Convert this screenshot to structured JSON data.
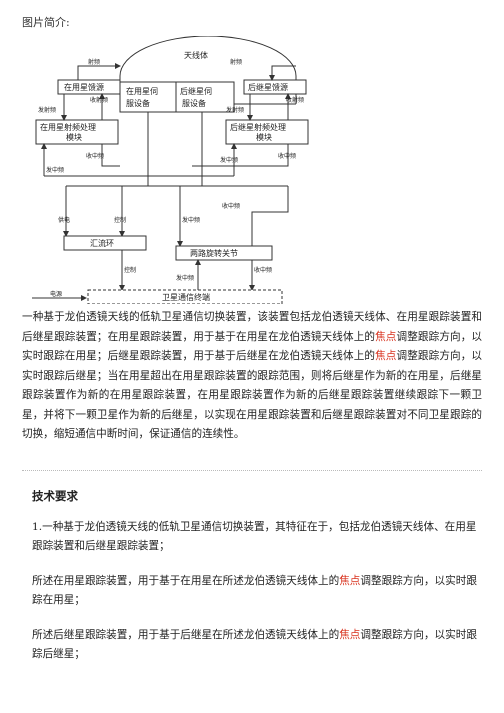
{
  "caption": "图片简介:",
  "diagram": {
    "antenna": "天线体",
    "current_feed": "在用星馈源",
    "current_servo_l1": "在用星伺",
    "current_servo_l2": "服设备",
    "next_servo_l1": "后继星伺",
    "next_servo_l2": "服设备",
    "next_feed": "后继星馈源",
    "current_rf_l1": "在用星射频处理",
    "current_rf_l2": "模块",
    "next_rf_l1": "后继星射频处理",
    "next_rf_l2": "模块",
    "combiner": "汇流环",
    "rotary_joint": "两路旋转关节",
    "terminal": "卫星通信终端",
    "radiate_left": "射频",
    "radiate_right": "射频",
    "tx_left": "发射频",
    "rx_left": "收射频",
    "tx_right": "发射频",
    "rx_right": "收射频",
    "rx_if_left": "收中频",
    "tx_if_left": "发中频",
    "rx_if_right": "收中频",
    "tx_if_right": "发中频",
    "power": "供电",
    "control": "控制",
    "tx_if_mid": "发中频",
    "rx_if_mid": "收中频",
    "control_bottom": "控制",
    "tx_if_bottom": "发中频",
    "rx_if_bottom": "收中频",
    "power_source": "电源"
  },
  "abstract": {
    "p1": "一种基于龙伯透镜天线的低轨卫星通信切换装置，该装置包括龙伯透镜天线体、在用星跟踪装置和后继星跟踪装置；在用星跟踪装置，用于基于在用星在龙伯透镜天线体上的",
    "hl1": "焦点",
    "p2": "调整跟踪方向，以实时跟踪在用星；后继星跟踪装置，用于基于后继星在龙伯透镜天线体上的",
    "hl2": "焦点",
    "p3": "调整跟踪方向，以实时跟踪后继星；当在用星超出在用星跟踪装置的跟踪范围，则将后继星作为新的在用星，后继星跟踪装置作为新的在用星跟踪装置，在用星跟踪装置作为新的后继星跟踪装置继续跟踪下一颗卫星，并将下一颗卫星作为新的后继星，以实现在用星跟踪装置和后继星跟踪装置对不同卫星跟踪的切换，缩短通信中断时间，保证通信的连续性。"
  },
  "tech": {
    "heading": "技术要求",
    "claim1": "1.一种基于龙伯透镜天线的低轨卫星通信切换装置，其特征在于，包括龙伯透镜天线体、在用星跟踪装置和后继星跟踪装置；",
    "claim2a": "所述在用星跟踪装置，用于基于在用星在所述龙伯透镜天线体上的",
    "claim2hl": "焦点",
    "claim2b": "调整跟踪方向，以实时跟踪在用星；",
    "claim3a": "所述后继星跟踪装置，用于基于后继星在所述龙伯透镜天线体上的",
    "claim3hl": "焦点",
    "claim3b": "调整跟踪方向，以实时跟踪后继星；"
  },
  "colors": {
    "highlight": "#d9331f",
    "text": "#222222"
  }
}
